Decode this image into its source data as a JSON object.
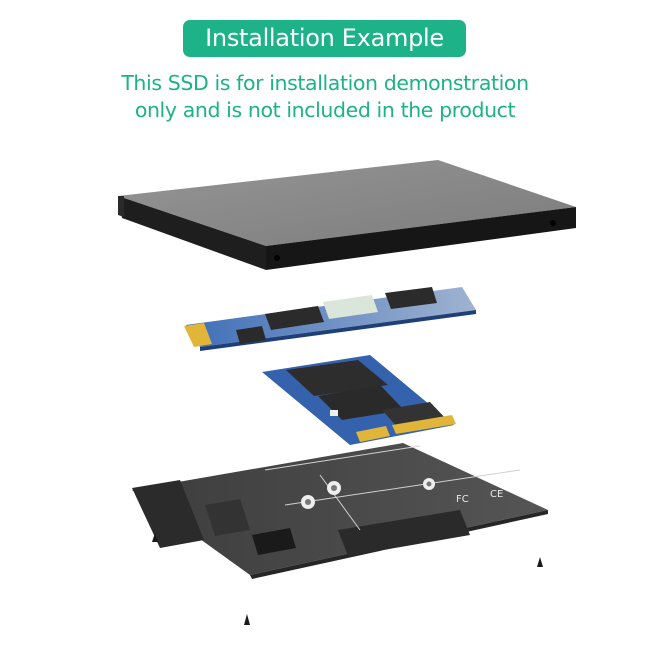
{
  "header": {
    "banner_label": "Installation Example",
    "subtitle_line1": "This SSD is for installation demonstration",
    "subtitle_line2": "only and is not included in the product"
  },
  "colors": {
    "accent_green": "#1db287",
    "ssd_top": "#8a8a8a",
    "ssd_side": "#1c1c1c",
    "pcb_blue": "#2f5fa8",
    "adapter_pcb": "#4a4a4a",
    "gold_contacts": "#e0b53a"
  },
  "illustration": {
    "parts": [
      "2.5-inch SSD enclosure cover",
      "M.2 NVMe SSD",
      "mSATA SSD",
      "M.2/mSATA to 2.5-inch SATA adapter board",
      "mounting screws"
    ],
    "board_markings": [
      "FC",
      "CE"
    ]
  }
}
